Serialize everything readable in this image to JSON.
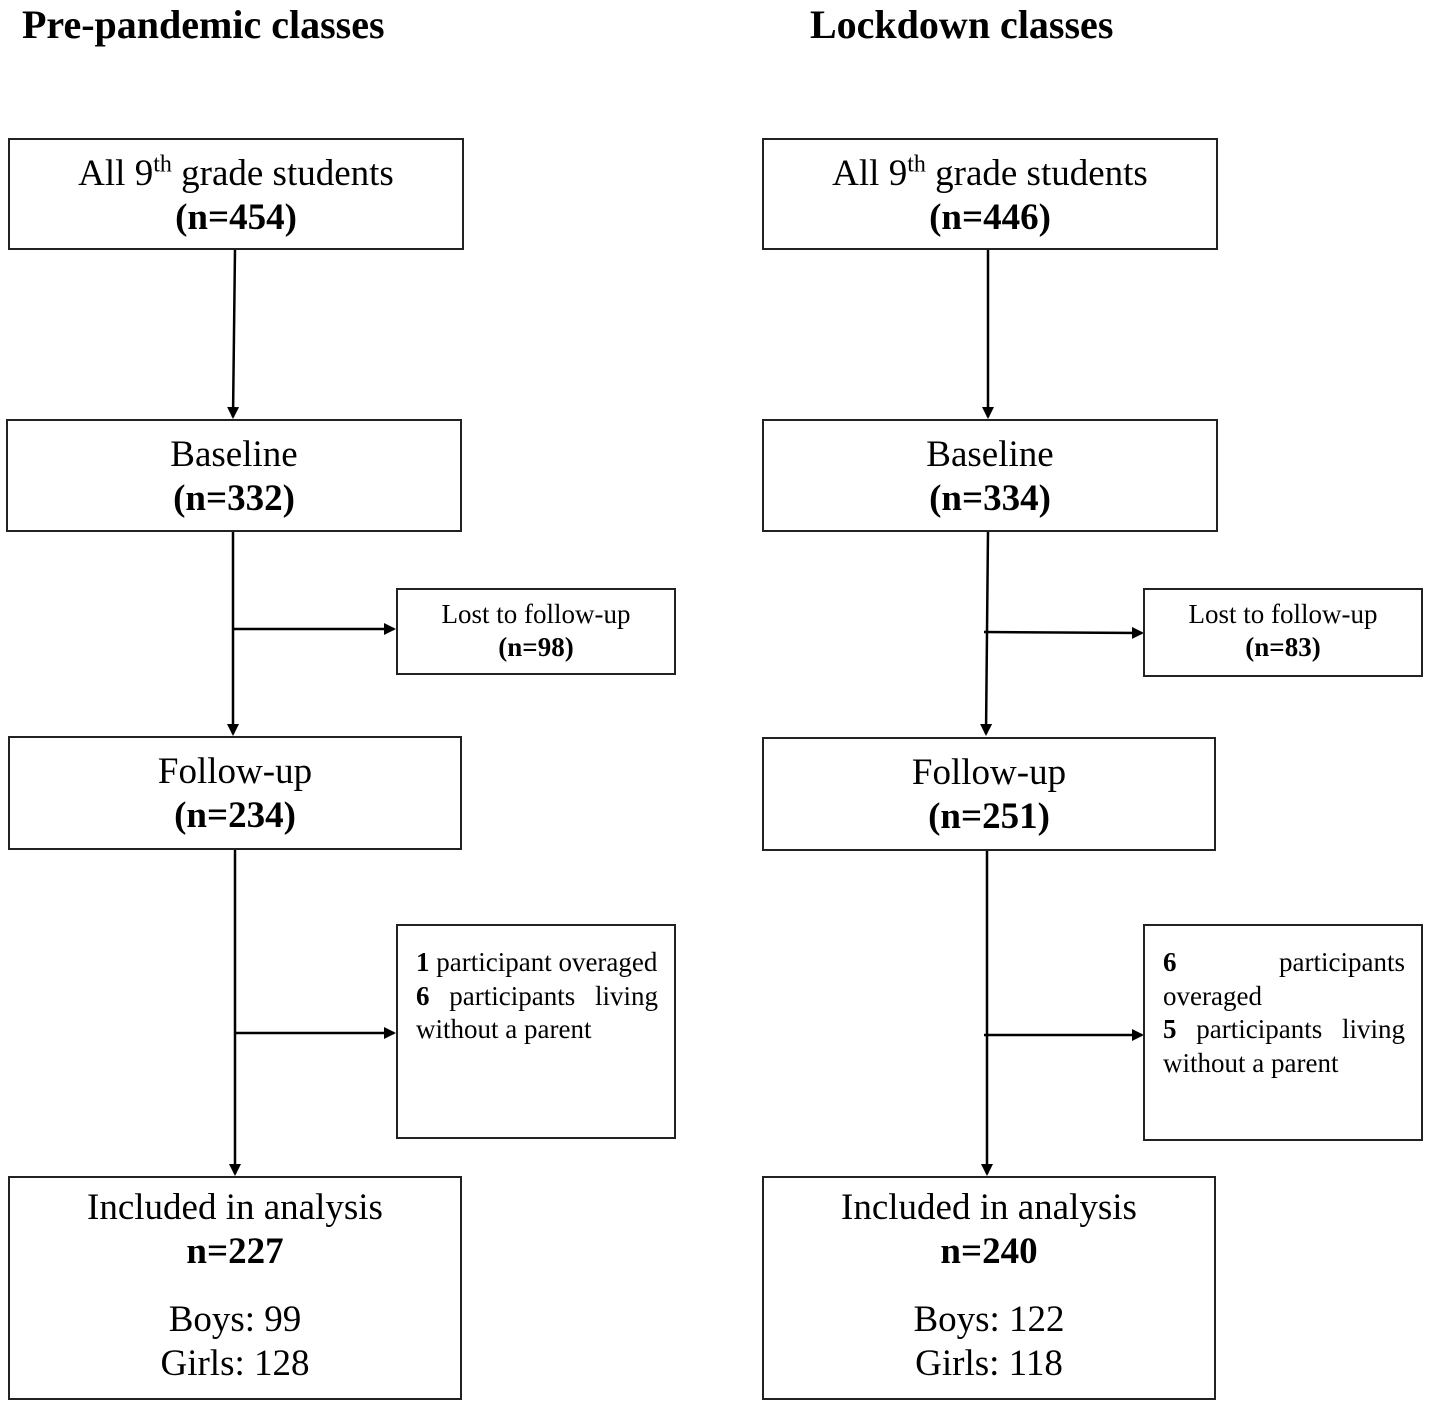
{
  "columns": [
    {
      "title": "Pre-pandemic classes",
      "all_students": {
        "label_pre": "All 9",
        "label_sup": "th",
        "label_post": " grade students",
        "n": "(n=454)"
      },
      "baseline": {
        "label": "Baseline",
        "n": "(n=332)"
      },
      "lost": {
        "label": "Lost to follow-up",
        "n": "(n=98)"
      },
      "followup": {
        "label": "Follow-up",
        "n": "(n=234)"
      },
      "excluded": [
        {
          "count": "1",
          "text": " participant overaged"
        },
        {
          "count": "6",
          "text": " participants living without a parent"
        }
      ],
      "included": {
        "label": "Included in analysis",
        "n": "n=227",
        "boys": "Boys: 99",
        "girls": "Girls: 128"
      }
    },
    {
      "title": "Lockdown classes",
      "all_students": {
        "label_pre": "All 9",
        "label_sup": "th",
        "label_post": " grade students",
        "n": "(n=446)"
      },
      "baseline": {
        "label": "Baseline",
        "n": "(n=334)"
      },
      "lost": {
        "label": "Lost to follow-up",
        "n": "(n=83)"
      },
      "followup": {
        "label": "Follow-up",
        "n": "(n=251)"
      },
      "excluded": [
        {
          "count": "6",
          "text": " participants overaged"
        },
        {
          "count": "5",
          "text": " participants living without a parent"
        }
      ],
      "included": {
        "label": "Included in analysis",
        "n": "n=240",
        "boys": "Boys: 122",
        "girls": "Girls: 118"
      }
    }
  ]
}
